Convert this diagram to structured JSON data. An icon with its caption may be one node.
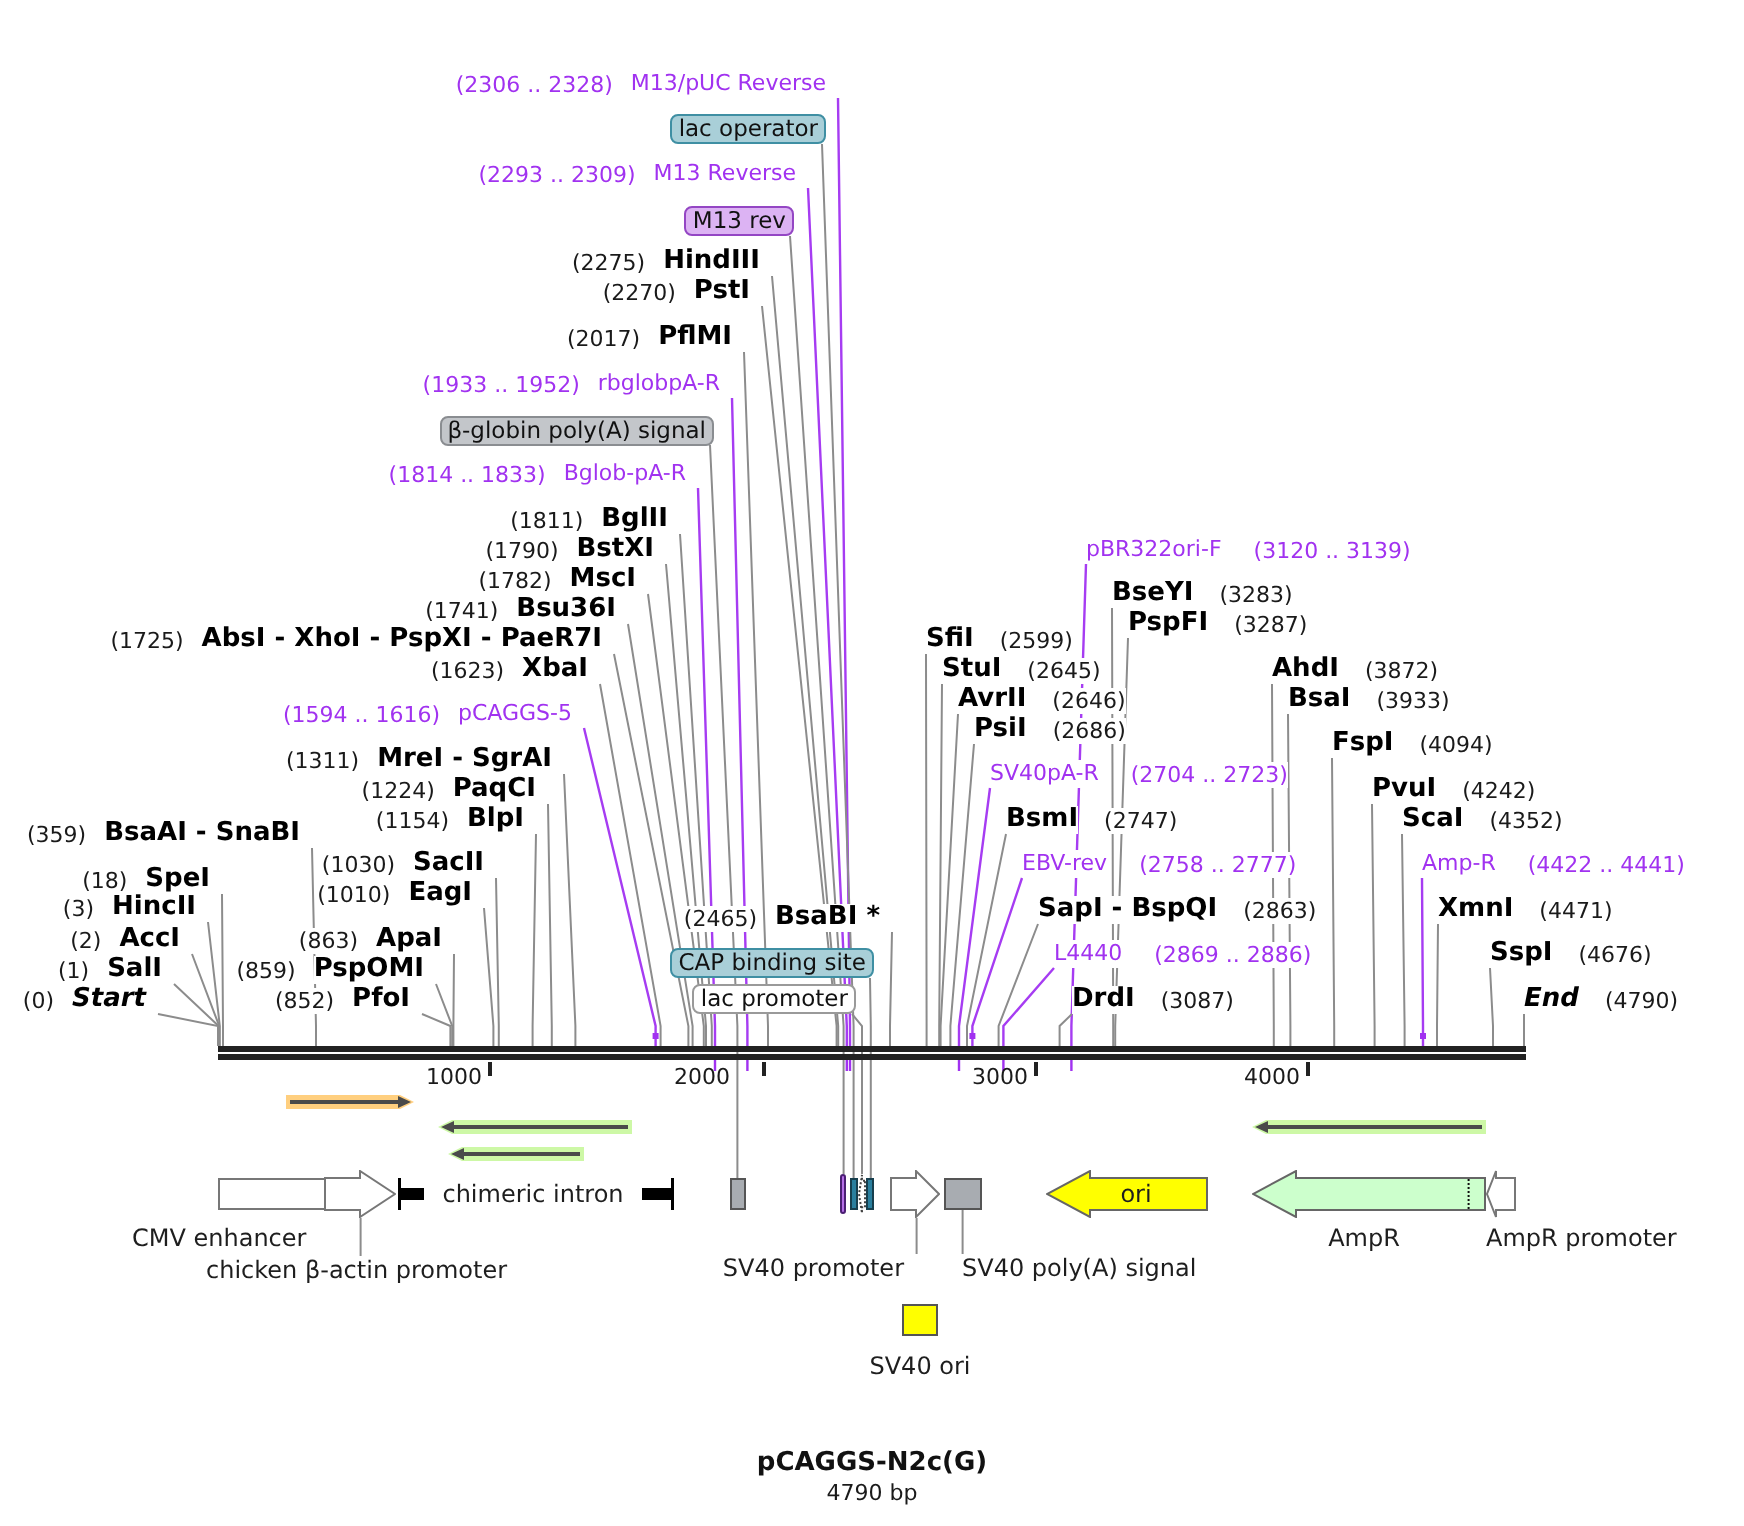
{
  "diagram": {
    "title": "pCAGGS-N2c(G)",
    "nodes": [
      {
        "text": [
          "(2306 .. 2328)",
          "M13/pUC Reverse"
        ]
      },
      {
        "text": [
          "lac operator"
        ]
      },
      {
        "text": [
          "(2293 .. 2309)",
          "M13 Reverse"
        ]
      },
      {
        "text": [
          "M13 rev"
        ]
      },
      {
        "text": [
          "(2275)",
          "HindIII"
        ]
      },
      {
        "text": [
          "(2270)",
          "PstI"
        ]
      },
      {
        "text": [
          "(2017)",
          "PflMI"
        ]
      },
      {
        "text": [
          "(1933 .. 1952)",
          "rbglobpA-R"
        ]
      },
      {
        "text": [
          "β-globin poly(A) signal"
        ]
      },
      {
        "text": [
          "(1814 .. 1833)",
          "Bglob-pA-R"
        ]
      },
      {
        "text": [
          "(1811)",
          "BglII"
        ]
      },
      {
        "text": [
          "(1790)",
          "BstXI"
        ]
      },
      {
        "text": [
          "pBR322ori-F",
          "(3120 .. 3139)"
        ]
      },
      {
        "text": [
          "(1782)",
          "MscI"
        ]
      },
      {
        "text": [
          "BseYI",
          "(3283)"
        ]
      },
      {
        "text": [
          "(1741)",
          "Bsu36I"
        ]
      },
      {
        "text": [
          "PspFI",
          "(3287)"
        ]
      },
      {
        "text": [
          "(1725)",
          "AbsI - XhoI - PspXI - PaeR7I"
        ]
      },
      {
        "text": [
          "SfiI",
          "(2599)"
        ]
      },
      {
        "text": [
          "(1623)",
          "XbaI"
        ]
      },
      {
        "text": [
          "StuI",
          "(2645)"
        ]
      },
      {
        "text": [
          "AhdI",
          "(3872)"
        ]
      },
      {
        "text": [
          "AvrII",
          "(2646)"
        ]
      },
      {
        "text": [
          "BsaI",
          "(3933)"
        ]
      },
      {
        "text": [
          "(1594 .. 1616)",
          "pCAGGS-5"
        ]
      },
      {
        "text": [
          "PsiI",
          "(2686)"
        ]
      },
      {
        "text": [
          "FspI",
          "(4094)"
        ]
      },
      {
        "text": [
          "(1311)",
          "MreI - SgrAI"
        ]
      },
      {
        "text": [
          "SV40pA-R",
          "(2704 .. 2723)"
        ]
      },
      {
        "text": [
          "(1224)",
          "PaqCI"
        ]
      },
      {
        "text": [
          "PvuI",
          "(4242)"
        ]
      },
      {
        "text": [
          "(1154)",
          "BlpI"
        ]
      },
      {
        "text": [
          "BsmI",
          "(2747)"
        ]
      },
      {
        "text": [
          "ScaI",
          "(4352)"
        ]
      },
      {
        "text": [
          "(359)",
          "BsaAI - SnaBI"
        ]
      },
      {
        "text": [
          "(1030)",
          "SacII"
        ]
      },
      {
        "text": [
          "EBV-rev",
          "(2758 .. 2777)"
        ]
      },
      {
        "text": [
          "Amp-R",
          "(4422 .. 4441)"
        ]
      },
      {
        "text": [
          "(18)",
          "SpeI"
        ]
      },
      {
        "text": [
          "(1010)",
          "EagI"
        ]
      },
      {
        "text": [
          "(3)",
          "HincII"
        ]
      },
      {
        "text": [
          "SapI - BspQI",
          "(2863)"
        ]
      },
      {
        "text": [
          "XmnI",
          "(4471)"
        ]
      },
      {
        "text": [
          "(2465)",
          "BsaBI *"
        ]
      },
      {
        "text": [
          "(2)",
          "AccI"
        ]
      },
      {
        "text": [
          "(863)",
          "ApaI"
        ]
      },
      {
        "text": [
          "CAP binding site"
        ]
      },
      {
        "text": [
          "L4440",
          "(2869 .. 2886)"
        ]
      },
      {
        "text": [
          "SspI",
          "(4676)"
        ]
      },
      {
        "text": [
          "(1)",
          "SalI"
        ]
      },
      {
        "text": [
          "(859)",
          "PspOMI"
        ]
      },
      {
        "text": [
          "lac promoter"
        ]
      },
      {
        "text": [
          "(0)",
          "Start"
        ]
      },
      {
        "text": [
          "(852)",
          "PfoI"
        ]
      },
      {
        "text": [
          "DrdI",
          "(3087)"
        ]
      },
      {
        "text": [
          "End",
          "(4790)"
        ]
      },
      {
        "text": [],
        "shape": "bar"
      },
      {
        "text": [
          "CMV enhancer"
        ]
      },
      {
        "text": [],
        "shape": "arrow"
      },
      {
        "text": [
          "chimeric intron"
        ]
      },
      {
        "text": [],
        "shape": "box"
      },
      {
        "text": [],
        "shape": "bar"
      },
      {
        "text": [],
        "shape": "bar"
      },
      {
        "text": [],
        "shape": "arrow"
      },
      {
        "text": [],
        "shape": "bar"
      },
      {
        "text": [],
        "shape": "arrow"
      },
      {
        "text": [],
        "shape": "box"
      },
      {
        "text": [
          "ori"
        ]
      },
      {
        "text": [
          "AmpR"
        ]
      },
      {
        "text": [
          "AmpR promoter"
        ]
      },
      {
        "text": [
          "chicken β-actin promoter"
        ]
      },
      {
        "text": [
          "SV40 promoter"
        ]
      },
      {
        "text": [
          "SV40 poly(A) signal"
        ]
      },
      {
        "text": [
          "SV40 ori"
        ]
      }
    ],
    "edges": [
      {
        "from": 0,
        "to": 56,
        "arrow": "none",
        "color": "#a63cf2"
      },
      {
        "from": 1,
        "to": 62,
        "arrow": "none"
      },
      {
        "from": 2,
        "to": 56,
        "arrow": "none",
        "color": "#a63cf2"
      },
      {
        "from": 3,
        "to": 61,
        "arrow": "none"
      },
      {
        "from": 4,
        "to": 56,
        "arrow": "none"
      },
      {
        "from": 5,
        "to": 56,
        "arrow": "none"
      },
      {
        "from": 6,
        "to": 56,
        "arrow": "none"
      },
      {
        "from": 7,
        "to": 56,
        "arrow": "none",
        "color": "#a63cf2"
      },
      {
        "from": 8,
        "to": 60,
        "arrow": "none"
      },
      {
        "from": 9,
        "to": 56,
        "arrow": "none",
        "color": "#a63cf2"
      },
      {
        "from": 10,
        "to": 56,
        "arrow": "none"
      },
      {
        "from": 11,
        "to": 56,
        "arrow": "none"
      },
      {
        "from": 12,
        "to": 56,
        "arrow": "none",
        "color": "#a63cf2"
      },
      {
        "from": 13,
        "to": 56,
        "arrow": "none"
      },
      {
        "from": 14,
        "to": 56,
        "arrow": "none"
      },
      {
        "from": 15,
        "to": 56,
        "arrow": "none"
      },
      {
        "from": 16,
        "to": 56,
        "arrow": "none"
      },
      {
        "from": 17,
        "to": 56,
        "arrow": "none"
      },
      {
        "from": 18,
        "to": 56,
        "arrow": "none"
      },
      {
        "from": 19,
        "to": 56,
        "arrow": "none"
      },
      {
        "from": 20,
        "to": 56,
        "arrow": "none"
      },
      {
        "from": 21,
        "to": 56,
        "arrow": "none"
      },
      {
        "from": 22,
        "to": 56,
        "arrow": "none"
      },
      {
        "from": 23,
        "to": 56,
        "arrow": "none"
      },
      {
        "from": 24,
        "to": 56,
        "arrow": "none",
        "color": "#a63cf2"
      },
      {
        "from": 25,
        "to": 56,
        "arrow": "none"
      },
      {
        "from": 26,
        "to": 56,
        "arrow": "none"
      },
      {
        "from": 27,
        "to": 56,
        "arrow": "none"
      },
      {
        "from": 28,
        "to": 56,
        "arrow": "none",
        "color": "#a63cf2"
      },
      {
        "from": 29,
        "to": 56,
        "arrow": "none"
      },
      {
        "from": 30,
        "to": 56,
        "arrow": "none"
      },
      {
        "from": 31,
        "to": 56,
        "arrow": "none"
      },
      {
        "from": 32,
        "to": 56,
        "arrow": "none"
      },
      {
        "from": 33,
        "to": 56,
        "arrow": "none"
      },
      {
        "from": 34,
        "to": 56,
        "arrow": "none"
      },
      {
        "from": 35,
        "to": 56,
        "arrow": "none"
      },
      {
        "from": 36,
        "to": 56,
        "arrow": "none",
        "color": "#a63cf2"
      },
      {
        "from": 37,
        "to": 56,
        "arrow": "none",
        "color": "#a63cf2"
      },
      {
        "from": 38,
        "to": 56,
        "arrow": "none"
      },
      {
        "from": 39,
        "to": 56,
        "arrow": "none"
      },
      {
        "from": 40,
        "to": 56,
        "arrow": "none"
      },
      {
        "from": 41,
        "to": 56,
        "arrow": "none"
      },
      {
        "from": 42,
        "to": 56,
        "arrow": "none"
      },
      {
        "from": 43,
        "to": 56,
        "arrow": "none"
      },
      {
        "from": 44,
        "to": 56,
        "arrow": "none"
      },
      {
        "from": 45,
        "to": 56,
        "arrow": "none"
      },
      {
        "from": 46,
        "to": 64,
        "arrow": "none"
      },
      {
        "from": 47,
        "to": 56,
        "arrow": "none",
        "color": "#a63cf2"
      },
      {
        "from": 48,
        "to": 56,
        "arrow": "none"
      },
      {
        "from": 49,
        "to": 56,
        "arrow": "none"
      },
      {
        "from": 50,
        "to": 56,
        "arrow": "none"
      },
      {
        "from": 51,
        "to": 63,
        "arrow": "none"
      },
      {
        "from": 52,
        "to": 56,
        "arrow": "none"
      },
      {
        "from": 53,
        "to": 56,
        "arrow": "none"
      },
      {
        "from": 54,
        "to": 56,
        "arrow": "none"
      },
      {
        "from": 55,
        "to": 56,
        "arrow": "none"
      },
      {
        "from": 58,
        "to": 70,
        "arrow": "none"
      },
      {
        "from": 65,
        "to": 71,
        "arrow": "none"
      },
      {
        "from": 66,
        "to": 72,
        "arrow": "none"
      }
    ],
    "labels": [
      "1000",
      "2000",
      "3000",
      "4000",
      "4790 bp"
    ]
  }
}
